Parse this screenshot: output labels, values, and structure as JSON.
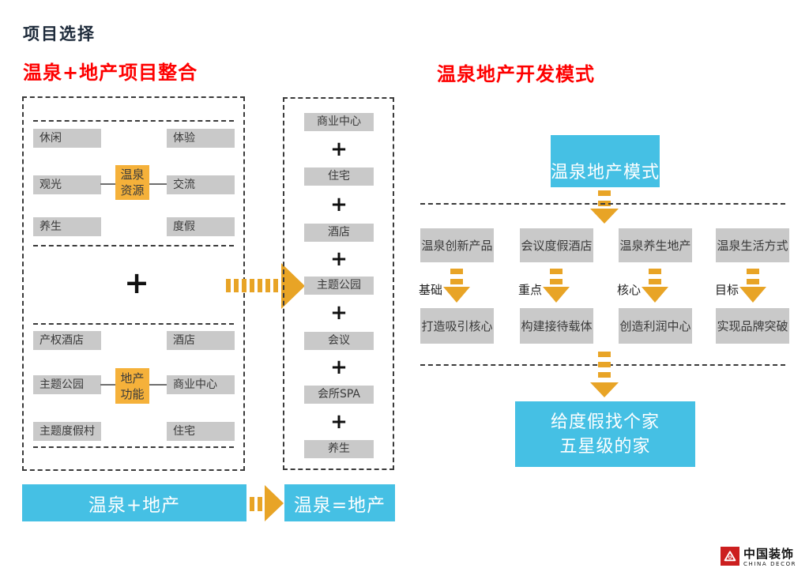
{
  "page": {
    "title": "项目选择"
  },
  "symbols": {
    "plus": "+"
  },
  "left": {
    "heading": "温泉+地产项目整合",
    "resource_group": {
      "center_top": "温泉",
      "center_bottom": "资源",
      "items": [
        "休闲",
        "体验",
        "观光",
        "交流",
        "养生",
        "度假"
      ]
    },
    "property_group": {
      "center_top": "地产",
      "center_bottom": "功能",
      "items": [
        "产权酒店",
        "酒店",
        "主题公园",
        "商业中心",
        "主题度假村",
        "住宅"
      ]
    }
  },
  "stack": {
    "items": [
      "商业中心",
      "住宅",
      "酒店",
      "主题公园",
      "会议",
      "会所SPA",
      "养生"
    ]
  },
  "equation": {
    "left": "温泉+地产",
    "right": "温泉=地产"
  },
  "right": {
    "heading": "温泉地产开发模式",
    "top_box": "温泉地产模式",
    "columns": [
      {
        "product": "温泉创新产品",
        "stage": "基础",
        "strategy": "打造吸引核心"
      },
      {
        "product": "会议度假酒店",
        "stage": "重点",
        "strategy": "构建接待载体"
      },
      {
        "product": "温泉养生地产",
        "stage": "核心",
        "strategy": "创造利润中心"
      },
      {
        "product": "温泉生活方式",
        "stage": "目标",
        "strategy": "实现品牌突破"
      }
    ],
    "result_line1": "给度假找个家",
    "result_line2": "五星级的家"
  },
  "logo": {
    "name_cn": "中国装饰",
    "name_en": "CHINA DECOR"
  },
  "colors": {
    "heading-red": "#fe0000",
    "accent-blue": "#45c0e4",
    "arrow-orange": "#e8a426",
    "box-orange": "#f5b13a",
    "box-gray": "#c9c9c9",
    "title-navy": "#1d2a3a"
  }
}
